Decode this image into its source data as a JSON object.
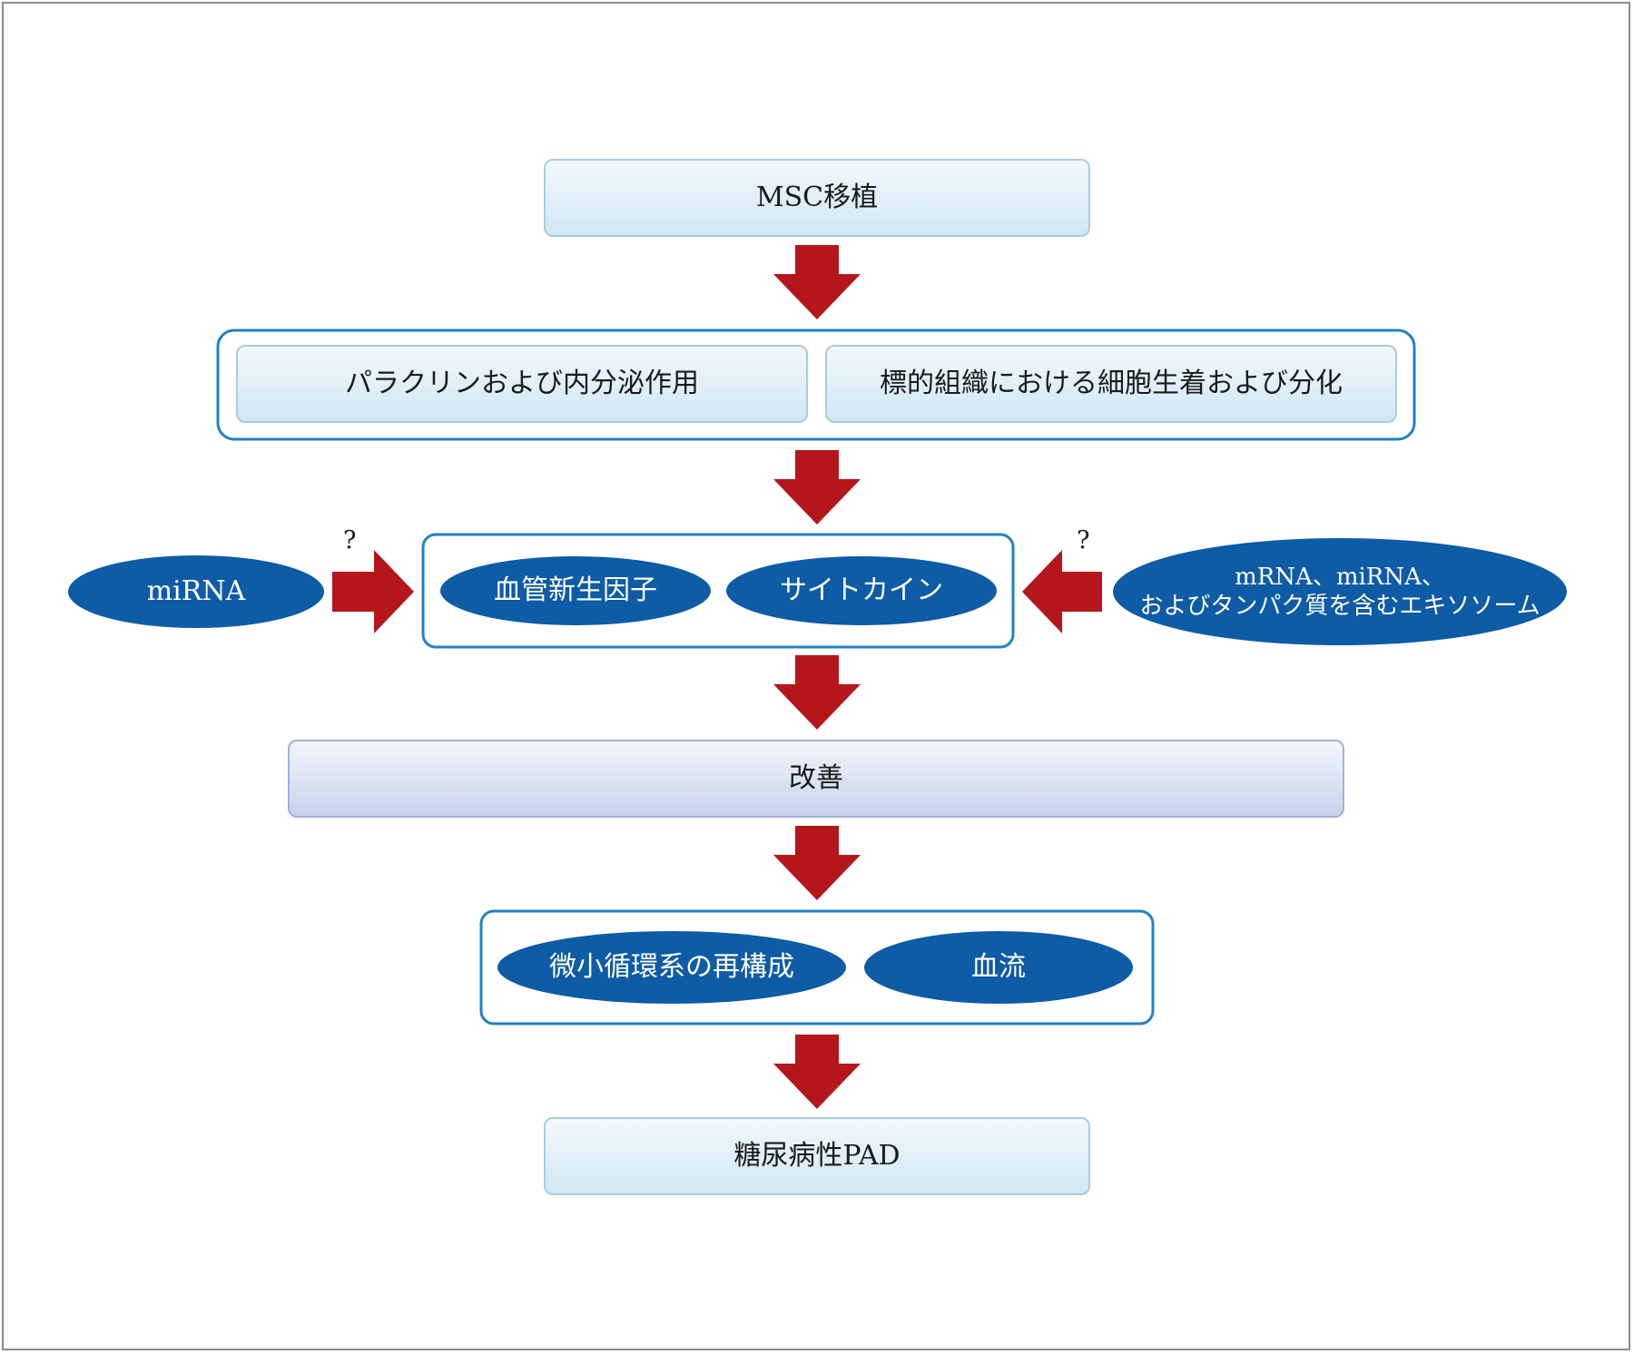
{
  "steps": {
    "transplant": "MSC移植",
    "paracrine": "パラクリンおよび内分泌作用",
    "engraftment": "標的組織における細胞生着および分化",
    "angiogenic_factor": "血管新生因子",
    "cytokine": "サイトカイン",
    "improvement": "改善",
    "microcirculation": "微小循環系の再構成",
    "blood_flow": "血流",
    "outcome": "糖尿病性PAD"
  },
  "side_inputs": {
    "left": "miRNA",
    "right_line1": "mRNA、miRNA、",
    "right_line2": "およびタンパク質を含むエキソソーム",
    "left_question": "?",
    "right_question": "?"
  },
  "colors": {
    "arrow": "#b5161c",
    "ellipse_fill": "#0e5ba6",
    "group_border": "#1f82c4",
    "box_border": "#a9cce0"
  }
}
